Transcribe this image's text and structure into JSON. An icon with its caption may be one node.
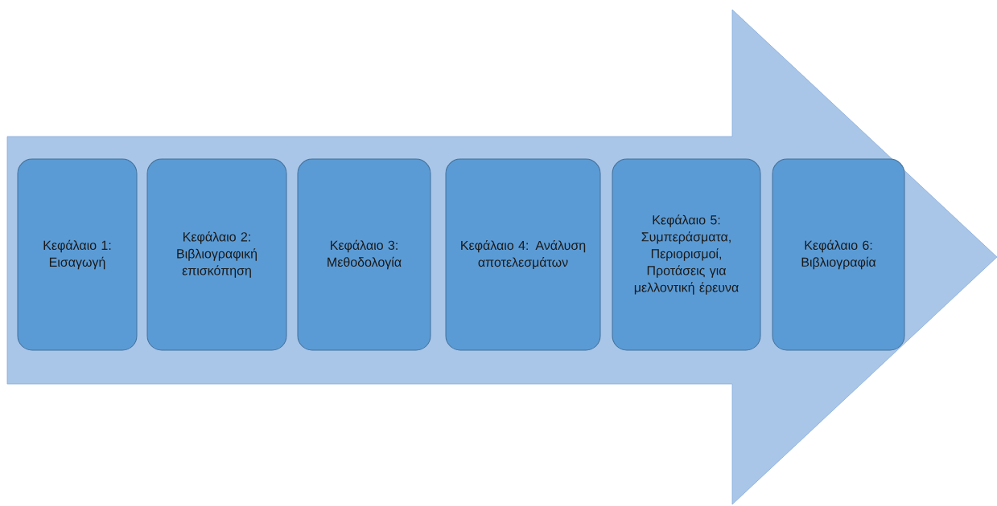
{
  "diagram": {
    "nodes": [
      {
        "text": [],
        "shape": "arrow"
      },
      {
        "text": [
          "Κεφάλαιο 1: Εισαγωγή"
        ],
        "in": 0
      },
      {
        "text": [
          "Κεφάλαιο 2: Βιβλιογραφική επισκόπηση"
        ],
        "in": 0
      },
      {
        "text": [
          "Κεφάλαιο 3: Μεθοδολογία"
        ],
        "in": 0
      },
      {
        "text": [
          "Κεφάλαιο 4: Ανάλυση αποτελεσμάτων"
        ],
        "in": 0
      },
      {
        "text": [
          "Κεφάλαιο 5: Συμπεράσματα, Περιορισμοί, Προτάσεις για μελλοντική έρευνα"
        ],
        "in": 0
      },
      {
        "text": [
          "Κεφάλαιο 6: Βιβλιογραφία"
        ],
        "in": 0
      }
    ]
  }
}
